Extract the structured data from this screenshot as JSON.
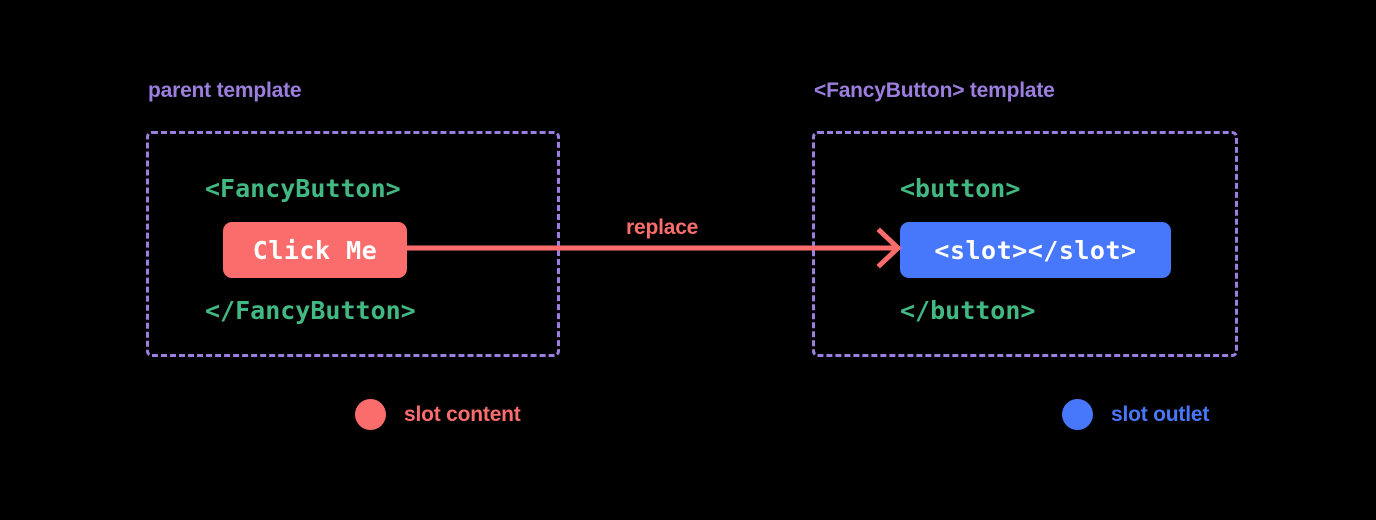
{
  "background": "#000000",
  "colors": {
    "accent_purple": "#9b7ede",
    "code_green": "#42b883",
    "slot_content_salmon": "#fb6c6c",
    "slot_outlet_blue": "#4777fb",
    "chip_text": "#ffffff"
  },
  "panels": [
    {
      "id": "parent",
      "label": "parent template",
      "open_tag": "<FancyButton>",
      "close_tag": "</FancyButton>",
      "chip": "Click Me",
      "chip_kind": "slot-content"
    },
    {
      "id": "fancybutton",
      "label": "<FancyButton> template",
      "open_tag": "<button>",
      "close_tag": "</button>",
      "chip": "<slot></slot>",
      "chip_kind": "slot-outlet"
    }
  ],
  "arrow": {
    "label": "replace",
    "icon": "arrow-right-icon"
  },
  "legend": [
    {
      "label": "slot content",
      "color": "#fb6c6c",
      "dot": "circle-icon"
    },
    {
      "label": "slot outlet",
      "color": "#4777fb",
      "dot": "circle-icon"
    }
  ]
}
